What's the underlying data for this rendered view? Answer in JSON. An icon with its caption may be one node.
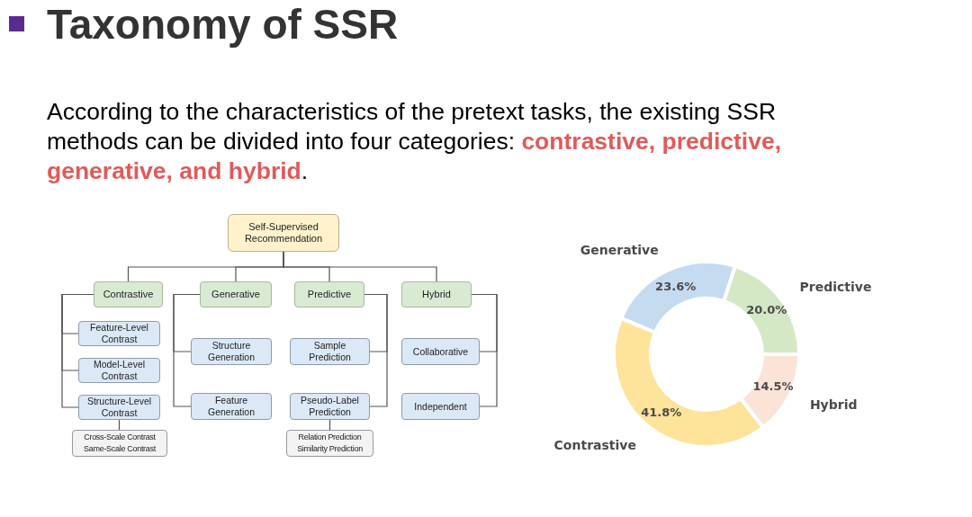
{
  "diagram": {
    "title": "Taxonomy of SSR",
    "nodes": [
      {
        "text": [
          "Self-Supervised Recommendation"
        ]
      },
      {
        "text": [
          "Contrastive"
        ]
      },
      {
        "text": [
          "Generative"
        ]
      },
      {
        "text": [
          "Predictive"
        ]
      },
      {
        "text": [
          "Hybrid"
        ]
      },
      {
        "text": [
          "Feature-Level Contrast"
        ]
      },
      {
        "text": [
          "Model-Level Contrast"
        ]
      },
      {
        "text": [
          "Structure-Level Contrast"
        ]
      },
      {
        "text": [
          "Cross-Scale Contrast",
          "Same-Scale Contrast"
        ]
      },
      {
        "text": [
          "Structure Generation"
        ]
      },
      {
        "text": [
          "Feature Generation"
        ]
      },
      {
        "text": [
          "Sample Prediction"
        ]
      },
      {
        "text": [
          "Pseudo-Label Prediction"
        ]
      },
      {
        "text": [
          "Relation Prediction",
          "Similarity Prediction"
        ]
      },
      {
        "text": [
          "Collaborative"
        ]
      },
      {
        "text": [
          "Independent"
        ]
      }
    ],
    "edges": [
      {
        "from": 0,
        "to": 1,
        "arrow": "none"
      },
      {
        "from": 0,
        "to": 2,
        "arrow": "none"
      },
      {
        "from": 0,
        "to": 3,
        "arrow": "none"
      },
      {
        "from": 0,
        "to": 4,
        "arrow": "none"
      },
      {
        "from": 1,
        "to": 5,
        "arrow": "none"
      },
      {
        "from": 1,
        "to": 6,
        "arrow": "none"
      },
      {
        "from": 1,
        "to": 7,
        "arrow": "none"
      },
      {
        "from": 7,
        "to": 8,
        "arrow": "none"
      },
      {
        "from": 2,
        "to": 9,
        "arrow": "none"
      },
      {
        "from": 2,
        "to": 10,
        "arrow": "none"
      },
      {
        "from": 3,
        "to": 11,
        "arrow": "none"
      },
      {
        "from": 3,
        "to": 12,
        "arrow": "none"
      },
      {
        "from": 12,
        "to": 13,
        "arrow": "none"
      },
      {
        "from": 4,
        "to": 14,
        "arrow": "none"
      },
      {
        "from": 4,
        "to": 15,
        "arrow": "none"
      }
    ],
    "labels": [
      "According to the characteristics of the pretext tasks, the existing SSR methods can be divided into four categories: **contrastive, predictive, generative, and hybrid**."
    ],
    "chart_data": {
      "type": "donut",
      "categories": [
        "Predictive",
        "Generative",
        "Contrastive",
        "Hybrid"
      ],
      "series": [
        {
          "values": [
            20.0,
            23.6,
            41.8,
            14.5
          ]
        }
      ],
      "colors": [
        "#d4e8c6",
        "#c4dbf0",
        "#fee39b",
        "#fbe3d7"
      ],
      "value_labels": [
        "20.0%",
        "23.6%",
        "41.8%",
        "14.5%"
      ]
    }
  }
}
